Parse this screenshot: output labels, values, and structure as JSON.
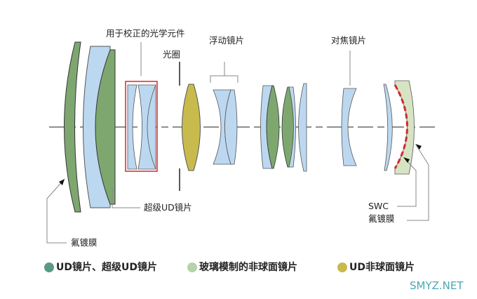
{
  "title": "Lens construction diagram",
  "labels": {
    "correction_element": "用于校正的光学元件",
    "aperture": "光圈",
    "floating_lens": "浮动镜片",
    "focus_lens": "对焦镜片",
    "super_ud": "超级UD镜片",
    "fluorine_front": "氟镀膜",
    "swc": "SWC",
    "fluorine_rear": "氟镀膜"
  },
  "legend": [
    {
      "label": "UD镜片、超级UD镜片",
      "color": "#5a9a82"
    },
    {
      "label": "玻璃模制的非球面镜片",
      "color": "#b5d3a8"
    },
    {
      "label": "UD非球面镜片",
      "color": "#c9b94a"
    }
  ],
  "colors": {
    "ud_green": "#7ea770",
    "glass_blue": "#bcd8f0",
    "aspheric_yellow": "#c8bb4e",
    "molded_aspheric": "#d7e4c4",
    "highlight_red": "#d32a2a",
    "outline": "#555555"
  },
  "watermark": "SMYZ.NET"
}
